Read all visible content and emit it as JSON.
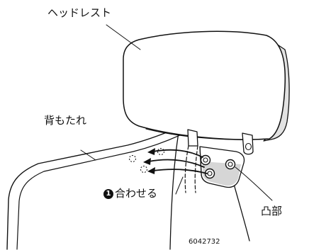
{
  "labels": {
    "headrest": "ヘッドレスト",
    "backrest": "背もたれ",
    "boss": "凸部",
    "figure_code": "6042732"
  },
  "step": {
    "number": "1",
    "text": "合わせる"
  }
}
